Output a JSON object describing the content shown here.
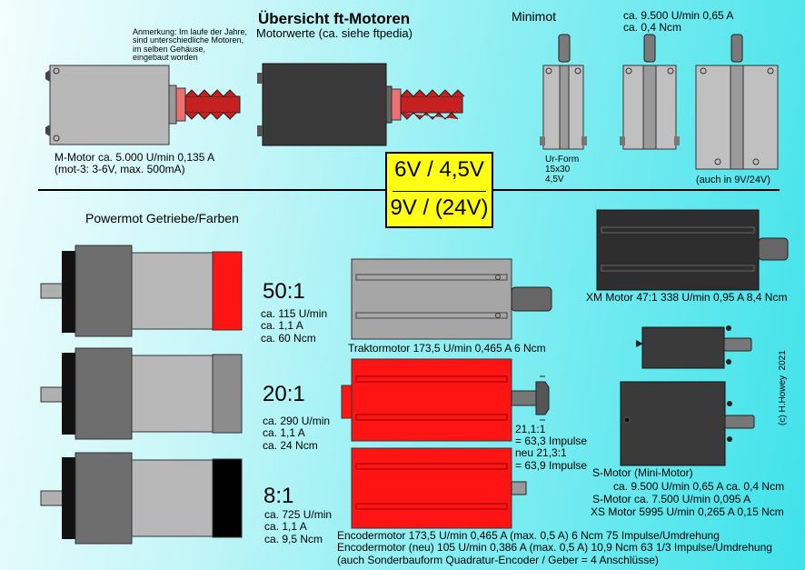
{
  "header": {
    "title": "Übersicht ft-Motoren",
    "subtitle": "Motorwerte (ca. siehe ftpedia)",
    "note": [
      "Anmerkung: Im laufe der Jahre,",
      "sind unterschiedliche Motoren,",
      "im selben Gehäuse,",
      "eingebaut worden"
    ]
  },
  "mmotor": {
    "line1": "M-Motor ca. 5.000 U/min 0,135 A",
    "line2": "(mot-3: 3-6V, max. 500mA)"
  },
  "minimot": {
    "title": "Minimot",
    "spec1": "ca. 9.500 U/min 0,65 A",
    "spec2": "ca. 0,4 Ncm",
    "urform": [
      "Ur-Form",
      "15x30",
      "4,5V"
    ],
    "also": "(auch in 9V/24V)"
  },
  "voltage": {
    "top": "6V / 4,5V",
    "bottom": "9V / (24V)"
  },
  "powermot": {
    "title": "Powermot Getriebe/Farben",
    "gears": [
      {
        "ratio": "50:1",
        "specs": [
          "ca. 115 U/min",
          "ca. 1,1 A",
          "ca. 60 Ncm"
        ],
        "color": "#ff1414"
      },
      {
        "ratio": "20:1",
        "specs": [
          "ca. 290 U/min",
          "ca. 1,1 A",
          "ca. 24 Ncm"
        ],
        "color": "#8c8c8c"
      },
      {
        "ratio": "8:1",
        "specs": [
          "ca. 725 U/min",
          "ca. 1,1 A",
          "ca. 9,5 Ncm"
        ],
        "color": "#000000"
      }
    ]
  },
  "traktor": {
    "label": "Traktormotor 173,5 U/min 0,465 A 6 Ncm"
  },
  "encoder": {
    "ratio": [
      "21,1:1",
      "= 63,3 Impulse",
      "neu 21,3:1",
      "= 63,9 Impulse"
    ],
    "lines": [
      "Encodermotor 173,5 U/min 0,465 A (max. 0,5 A) 6 Ncm 75 Impulse/Umdrehung",
      "Encodermotor (neu) 105 U/min 0,386 A (max. 0,5 A) 10,9 Ncm 63 1/3 Impulse/Umdrehung",
      "(auch Sonderbauform Quadratur-Encoder / Geber = 4 Anschlüsse)"
    ]
  },
  "xm": {
    "label": "XM Motor 47:1 338 U/min 0,95 A 8,4 Ncm"
  },
  "smotor": {
    "lines": [
      "S-Motor (Mini-Motor)",
      "ca. 9.500 U/min 0,65 A ca. 0,4 Ncm",
      "S-Motor ca. 7.500 U/min 0,095 A",
      "XS Motor 5995 U/min 0,265 A 0,15 Ncm"
    ]
  },
  "credit": "(c) H.Howey  2021",
  "colors": {
    "red": "#ff1414",
    "dark": "#3c3c3c",
    "grey": "#aaaaaa",
    "yellow": "#ffff14"
  }
}
